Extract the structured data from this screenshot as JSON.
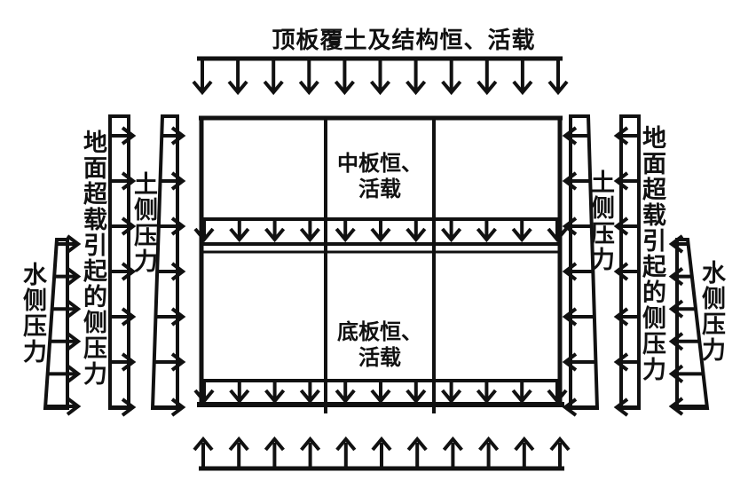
{
  "figure": {
    "background": "#ffffff",
    "ink": "#111111",
    "title_top_load": "顶板覆土及结构恒、活载",
    "middle_slab_load": {
      "line1": "中板恒、",
      "line2": "活载"
    },
    "bottom_slab_load": {
      "line1": "底板恒、",
      "line2": "活载"
    },
    "left": {
      "water_label": "水侧压力",
      "surcharge_label": "地面超载引起的侧压力",
      "soil_label": "土侧压力"
    },
    "right": {
      "soil_label": "土侧压力",
      "surcharge_label": "地面超载引起的侧压力",
      "water_label": "水侧压力"
    },
    "arrows": {
      "top_count": 11,
      "middle_count": 11,
      "bottom_count": 11,
      "uplift_count": 11,
      "side_bar_count": 7,
      "water_count": 6
    }
  }
}
